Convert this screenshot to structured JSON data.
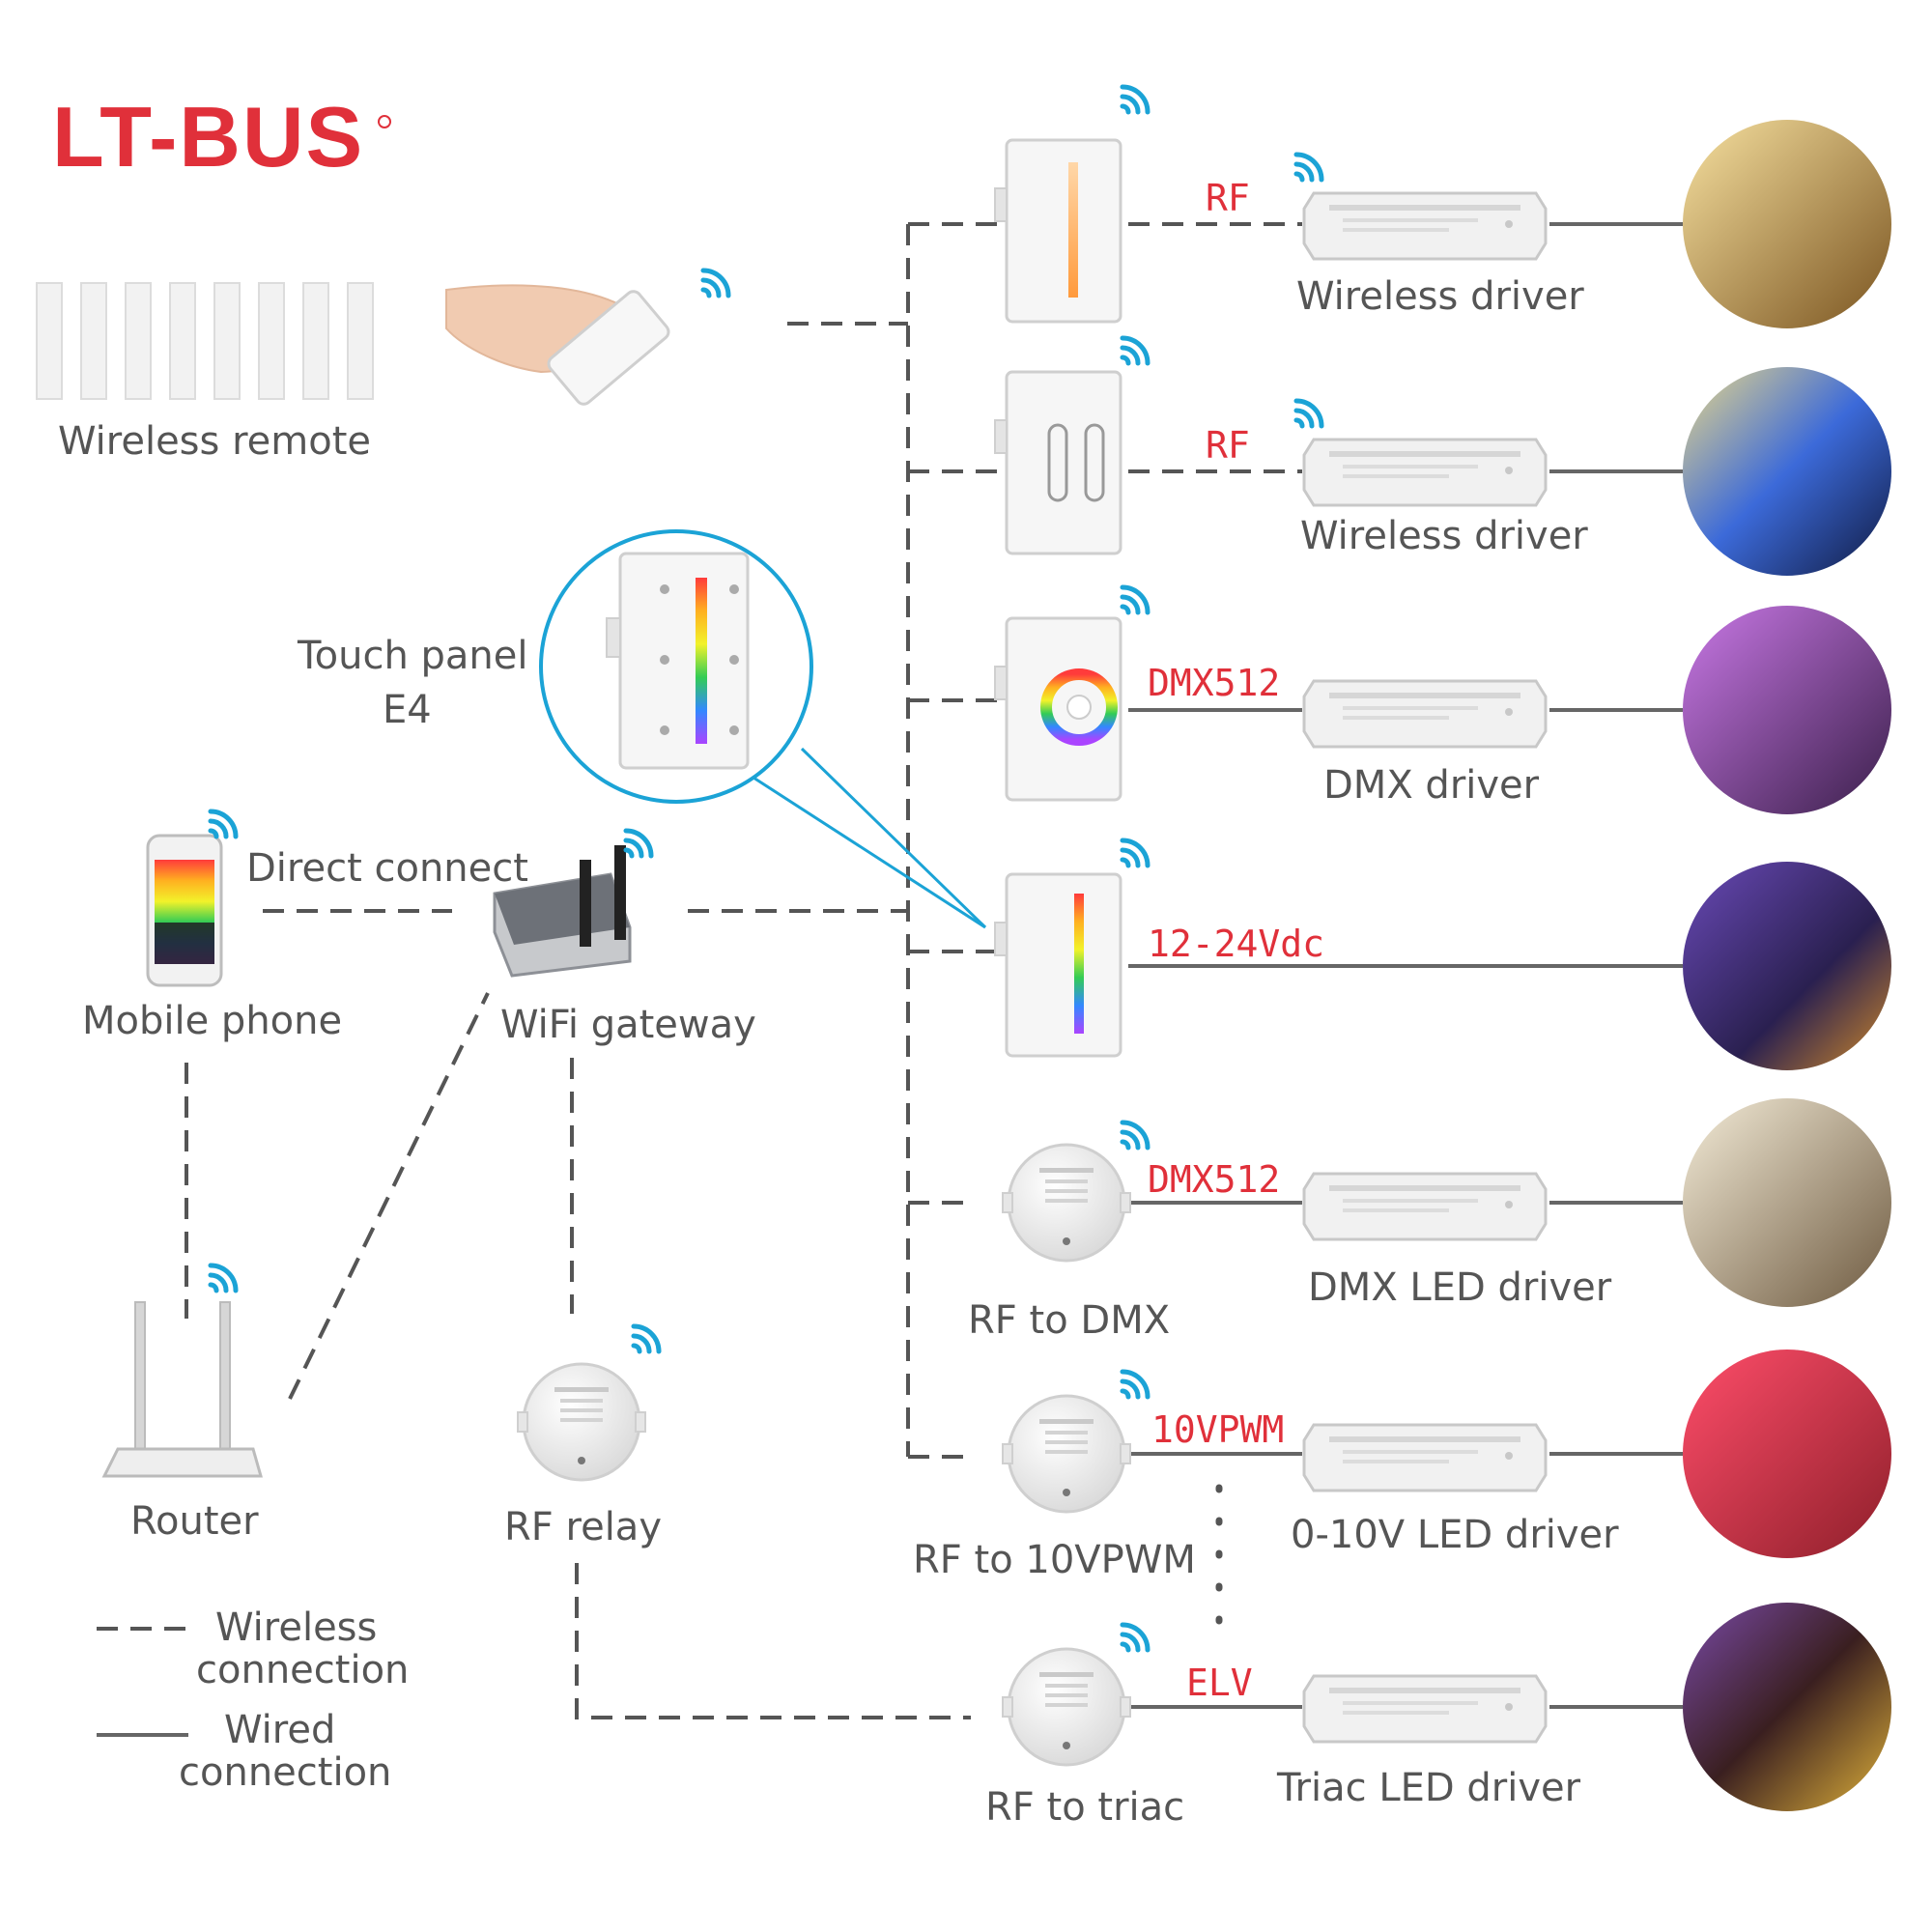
{
  "brand": "LT-BUS",
  "colors": {
    "brand_red": "#e0303a",
    "wifi_blue": "#1ba3d6",
    "line_gray": "#555555",
    "text_gray": "#555555"
  },
  "left": {
    "wireless_remote": "Wireless remote",
    "touch_panel_line1": "Touch panel",
    "touch_panel_line2": "E4",
    "direct_connect": "Direct connect",
    "mobile_phone": "Mobile phone",
    "wifi_gateway": "WiFi gateway",
    "router": "Router",
    "rf_relay": "RF relay"
  },
  "legend": {
    "wireless_line1": "Wireless",
    "wireless_line2": "connection",
    "wired_line1": "Wired",
    "wired_line2": "connection"
  },
  "rows": [
    {
      "signal": "RF",
      "driver": "Wireless driver",
      "device": ""
    },
    {
      "signal": "RF",
      "driver": "Wireless driver",
      "device": ""
    },
    {
      "signal": "DMX512",
      "driver": "DMX driver",
      "device": ""
    },
    {
      "signal": "12-24Vdc",
      "driver": "",
      "device": ""
    },
    {
      "signal": "DMX512",
      "driver": "DMX LED driver",
      "device": "RF to DMX"
    },
    {
      "signal": "10VPWM",
      "driver": "0-10V LED driver",
      "device": "RF to 10VPWM"
    },
    {
      "signal": "ELV",
      "driver": "Triac LED driver",
      "device": "RF to triac"
    }
  ],
  "icons": [
    "wifi-signal-icon",
    "registered-mark-icon"
  ]
}
